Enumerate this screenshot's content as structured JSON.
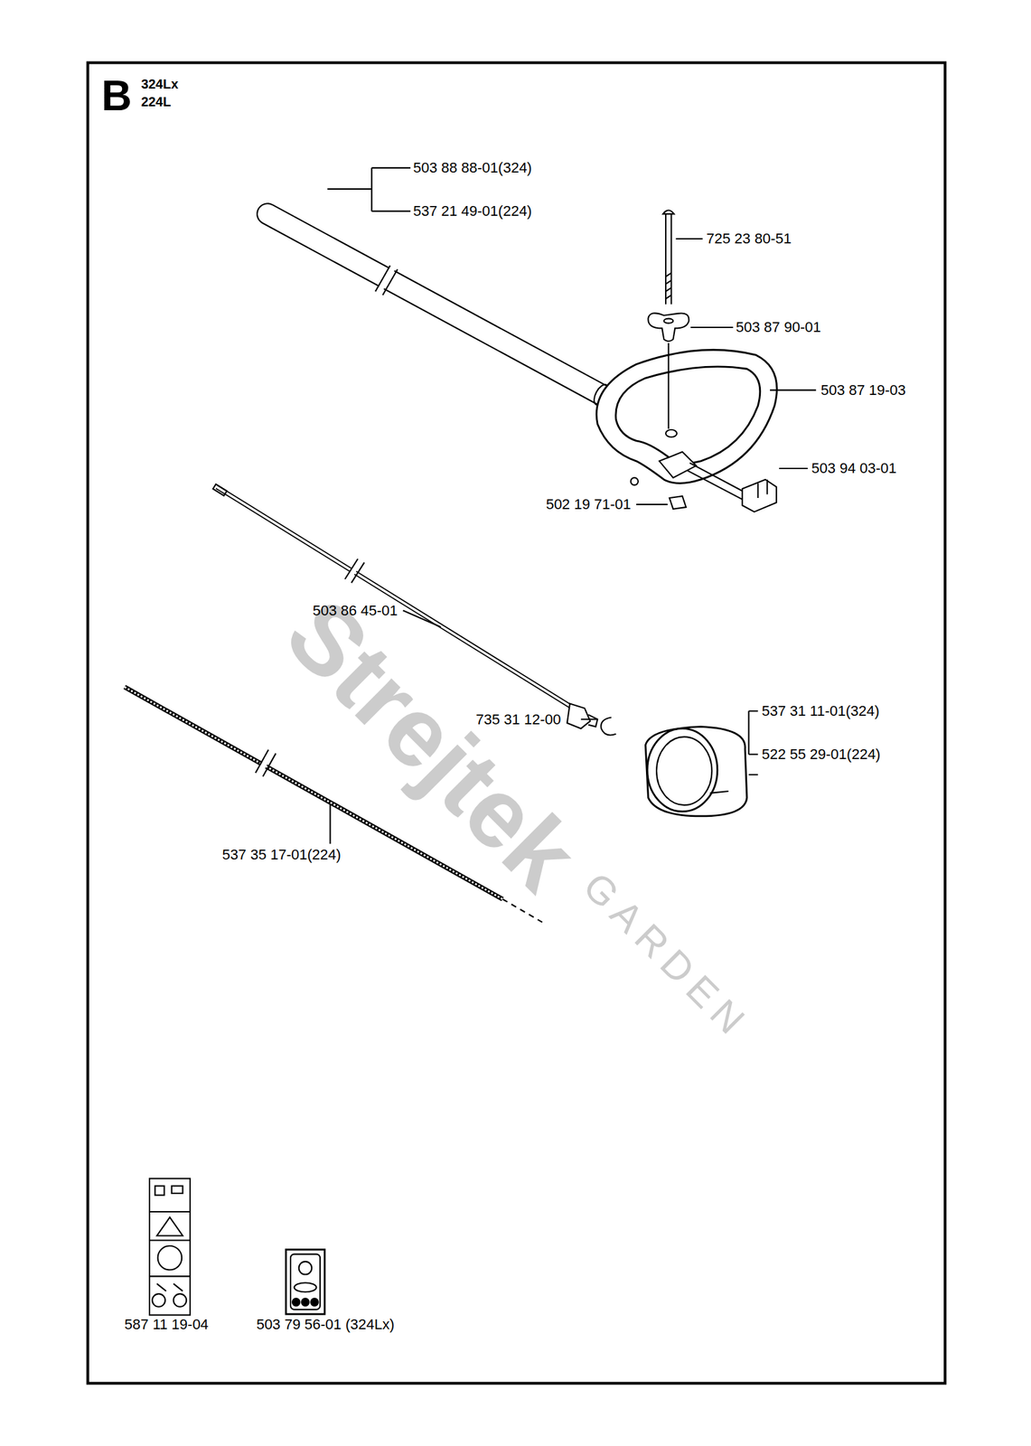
{
  "diagram": {
    "title": "B",
    "labels": [
      "324Lx",
      "224L",
      "503 88 88-01(324)",
      "537 21 49-01(224)",
      "725 23 80-51",
      "503 87 90-01",
      "503 87 19-03",
      "503 94 03-01",
      "502 19 71-01",
      "503 86 45-01",
      "735 31 12-00",
      "537 31 11-01(324)",
      "522 55 29-01(224)",
      "537 35 17-01(224)",
      "587 11 19-04",
      "503 79 56-01 (324Lx)",
      "Strejtek",
      "GARDEN"
    ]
  }
}
